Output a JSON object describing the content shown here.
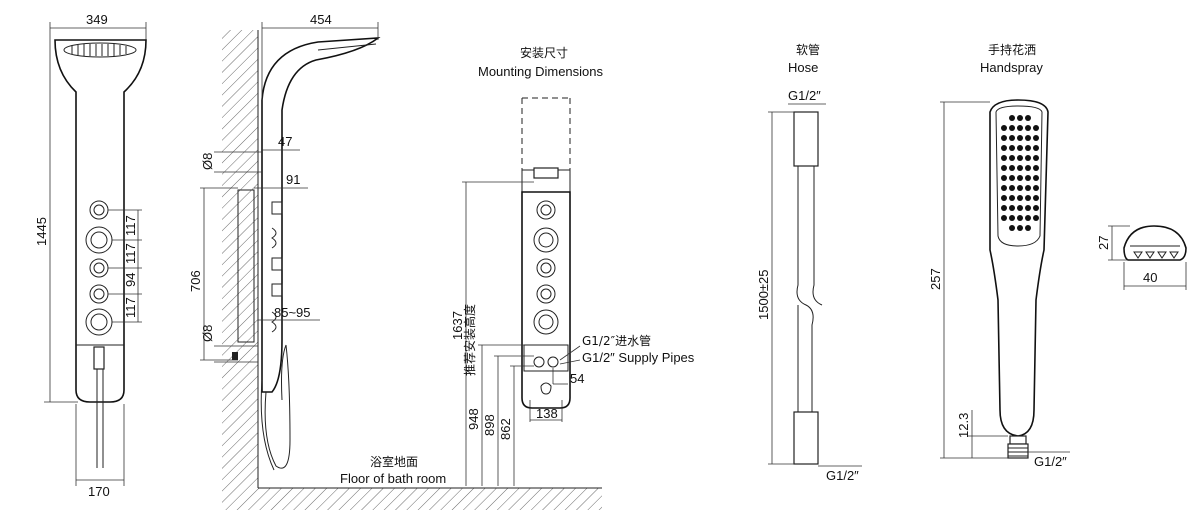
{
  "front_view": {
    "width_top": "349",
    "height": "1445",
    "width_bottom": "170",
    "spacing_1": "117",
    "spacing_2": "117",
    "spacing_3": "94",
    "spacing_4": "117"
  },
  "side_view": {
    "depth": "454",
    "pipe_dia_top": "Ø8",
    "offset_47": "47",
    "offset_91": "91",
    "height_706": "706",
    "pipe_dia_bottom": "Ø8",
    "range": "85~95"
  },
  "mounting": {
    "title_cn": "安装尺寸",
    "title_en": "Mounting Dimensions",
    "install_height": "1637",
    "install_height_label_cn": "推荐安装高度",
    "supply_pipes_cn": "G1/2″进水管",
    "supply_pipes_en": "G1/2″ Supply Pipes",
    "dim_54": "54",
    "dim_138": "138",
    "dim_948": "948",
    "dim_898": "898",
    "dim_862": "862",
    "floor_cn": "浴室地面",
    "floor_en": "Floor of bath room"
  },
  "hose": {
    "title_cn": "软管",
    "title_en": "Hose",
    "thread_top": "G1/2″",
    "length": "1500±25",
    "thread_bottom": "G1/2″"
  },
  "handspray": {
    "title_cn": "手持花洒",
    "title_en": "Handspray",
    "length": "257",
    "neck": "12.3",
    "thread": "G1/2″",
    "head_height": "27",
    "head_width": "40"
  }
}
